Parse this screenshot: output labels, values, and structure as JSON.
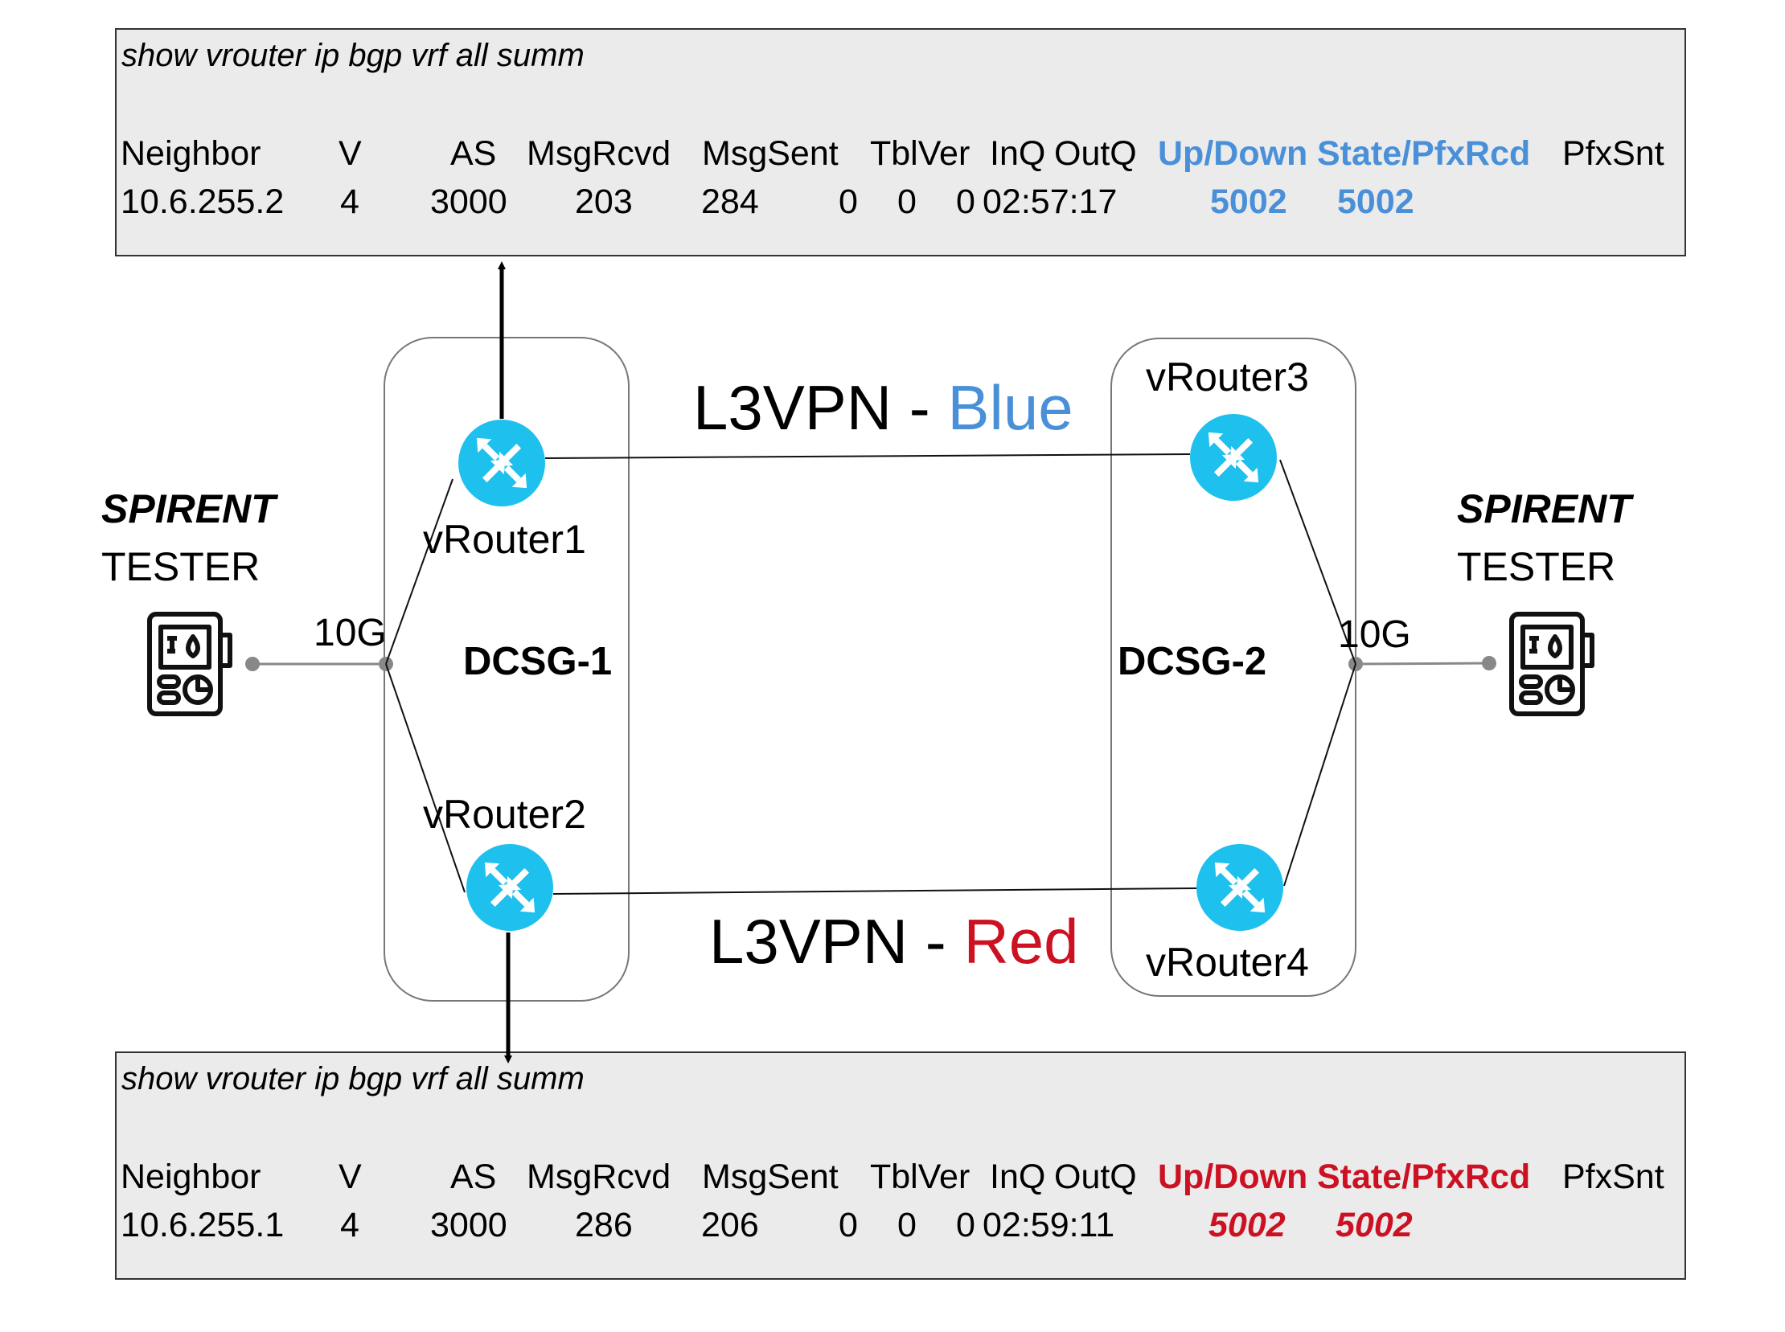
{
  "terminals": {
    "top": {
      "command": "show vrouter ip bgp vrf all summ",
      "headers": [
        "Neighbor",
        "V",
        "AS",
        "MsgRcvd",
        "MsgSent",
        "TblVer",
        "InQ",
        "OutQ",
        "Up/Down",
        "State/PfxRcd",
        "PfxSnt"
      ],
      "row": {
        "neighbor": "10.6.255.2",
        "v": "4",
        "as": "3000",
        "msg_rcvd": "203",
        "msg_sent": "284",
        "tbl_ver": "0",
        "inq": "0",
        "outq": "0",
        "up_down": "02:57:17",
        "state": "5002",
        "pfx_rcd": "5002"
      },
      "highlight_color": "#4a90d9"
    },
    "bottom": {
      "command": "show vrouter ip bgp vrf all summ",
      "headers": [
        "Neighbor",
        "V",
        "AS",
        "MsgRcvd",
        "MsgSent",
        "TblVer",
        "InQ",
        "OutQ",
        "Up/Down",
        "State/PfxRcd",
        "PfxSnt"
      ],
      "row": {
        "neighbor": "10.6.255.1",
        "v": "4",
        "as": "3000",
        "msg_rcvd": "286",
        "msg_sent": "206",
        "tbl_ver": "0",
        "inq": "0",
        "outq": "0",
        "up_down": "02:59:11",
        "state": "5002",
        "pfx_rcd": "5002"
      },
      "highlight_color": "#cc1122"
    }
  },
  "routers": {
    "r1": "vRouter1",
    "r2": "vRouter2",
    "r3": "vRouter3",
    "r4": "vRouter4"
  },
  "groups": {
    "left": "DCSG-1",
    "right": "DCSG-2"
  },
  "links": {
    "left_speed": "10G",
    "right_speed": "10G"
  },
  "testers": {
    "left": {
      "brand": "SPIRENT",
      "label": "TESTER"
    },
    "right": {
      "brand": "SPIRENT",
      "label": "TESTER"
    }
  },
  "vpns": {
    "blue": {
      "prefix": "L3VPN - ",
      "name": "Blue",
      "color": "#4a90d9"
    },
    "red": {
      "prefix": "L3VPN - ",
      "name": "Red",
      "color": "#cc1122"
    }
  },
  "router_icon_color": "#1ec0ee",
  "icons": [
    "router-icon",
    "tester-device-icon"
  ]
}
